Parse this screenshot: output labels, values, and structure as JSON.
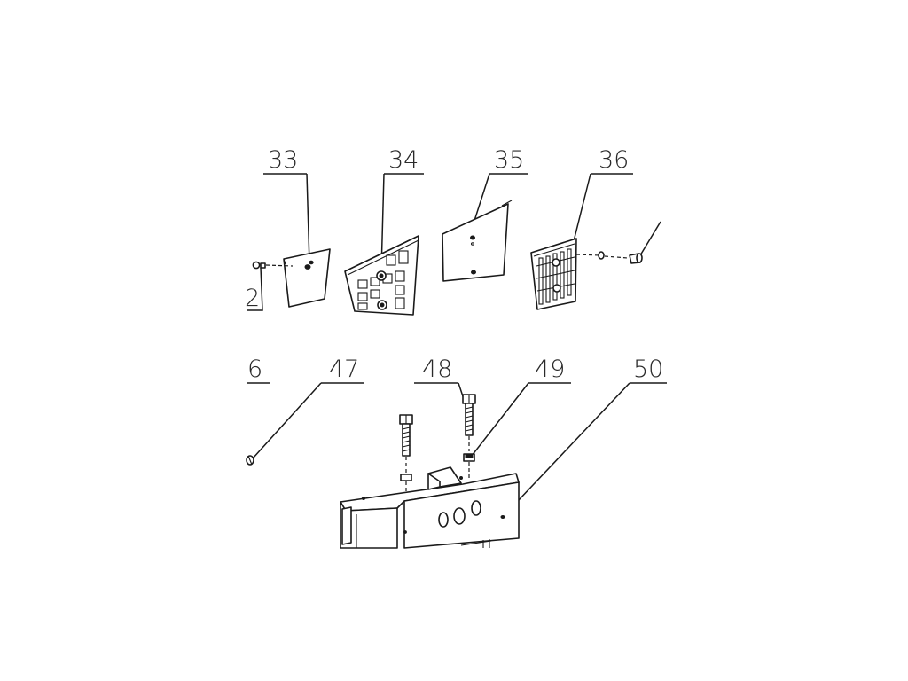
{
  "callouts": {
    "c33": "33",
    "c34": "34",
    "c35": "35",
    "c36": "36",
    "c47": "47",
    "c48": "48",
    "c49": "49",
    "c50": "50",
    "c_partial_left_top": "2",
    "c_partial_left_bottom": "6"
  }
}
